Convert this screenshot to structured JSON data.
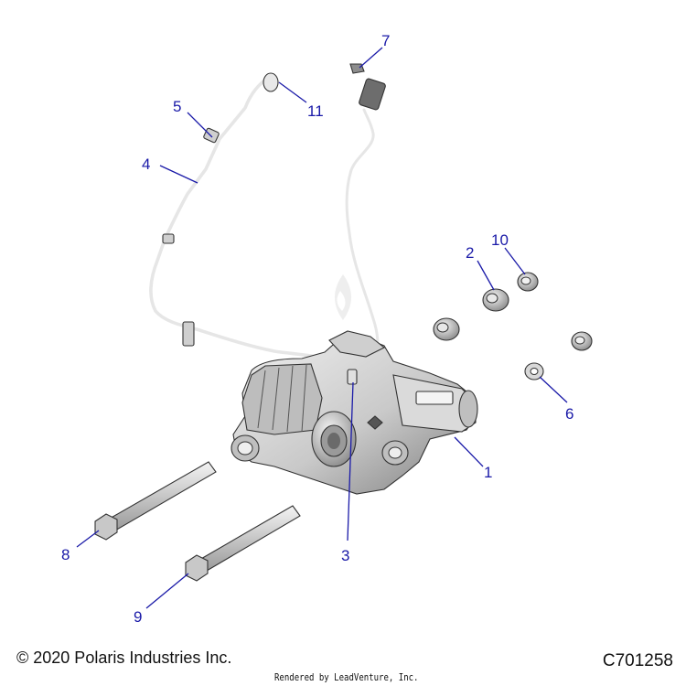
{
  "footer": {
    "copyright": "© 2020 Polaris Industries Inc.",
    "rendered_by": "Rendered by LeadVenture, Inc.",
    "diagram_code": "C701258"
  },
  "callouts": [
    "1",
    "2",
    "3",
    "4",
    "5",
    "6",
    "7",
    "8",
    "9",
    "10",
    "11"
  ],
  "colors": {
    "callout": "#1a1aa8",
    "part_fill": "#d6d6d6",
    "part_stroke": "#333333"
  }
}
